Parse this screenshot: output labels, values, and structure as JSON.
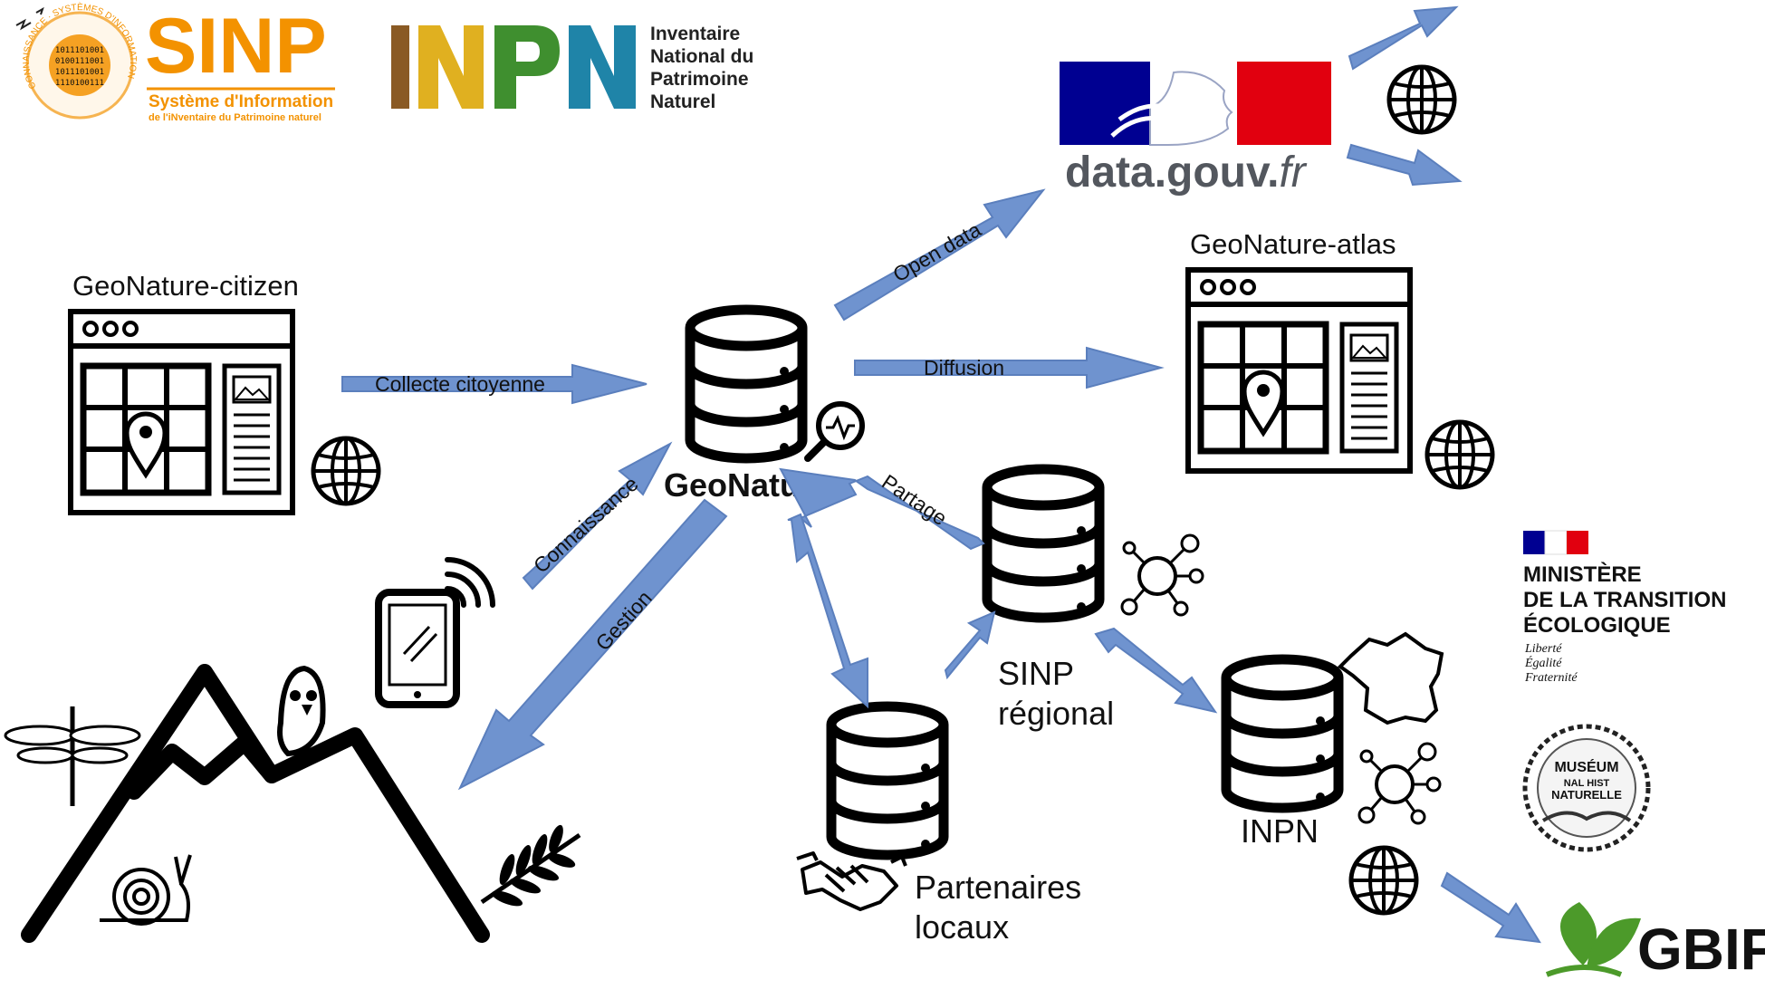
{
  "logos": {
    "sinp": {
      "title": "SINP",
      "subtitle": "Système d'Information",
      "tagline": "de l'iNventaire du Patrimoine naturel",
      "ring": "CONNAISSANCE · SYSTÈMES D'INFORMATION",
      "binary_lines": [
        "1011101001",
        "0100111001",
        "1011101001",
        "1110100111"
      ],
      "color": "#f39200"
    },
    "inpn": {
      "letters": "INPN",
      "lines": [
        "Inventaire",
        "National du",
        "Patrimoine",
        "Naturel"
      ]
    },
    "datagouv": {
      "text_main": "data.gouv.",
      "text_fr": "fr"
    },
    "ministere": {
      "lines": [
        "MINISTÈRE",
        "DE LA TRANSITION",
        "ÉCOLOGIQUE"
      ],
      "motto": [
        "Liberté",
        "Égalité",
        "Fraternité"
      ]
    },
    "museum": {
      "lines": [
        "MUSÉUM",
        "NAL HIST",
        "NATURELLE"
      ]
    },
    "gbif": {
      "text": "GBIF"
    }
  },
  "nodes": {
    "citizen": "GeoNature-citizen",
    "atlas": "GeoNature-atlas",
    "geonature": "GeoNature",
    "sinp_regional": [
      "SINP",
      "régional"
    ],
    "inpn": "INPN",
    "partenaires": [
      "Partenaires",
      "locaux"
    ]
  },
  "arrows": {
    "collecte": "Collecte citoyenne",
    "open_data": "Open data",
    "diffusion": "Diffusion",
    "connaissance": "Connaissance",
    "gestion": "Gestion",
    "partage": "Partage"
  },
  "colors": {
    "arrow": "#6f93cf",
    "arrow_stroke": "#5b7fbd",
    "sinp_orange": "#f39200",
    "flag_blue": "#000091",
    "flag_red": "#e1000f",
    "gbif_green": "#4c9a2a"
  }
}
